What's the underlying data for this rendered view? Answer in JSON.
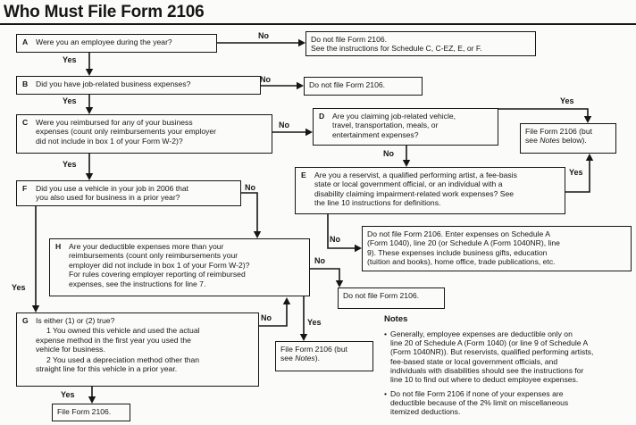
{
  "title": "Who Must File Form 2106",
  "labels": {
    "yes": "Yes",
    "no": "No"
  },
  "boxes": {
    "a": {
      "letter": "A",
      "text": "Were you an employee during the year?"
    },
    "b": {
      "letter": "B",
      "text": "Did you have job-related business expenses?"
    },
    "c": {
      "letter": "C",
      "text": "Were you reimbursed for any of your business\nexpenses (count only reimbursements your employer\ndid not include in box 1 of your Form W-2)?"
    },
    "d": {
      "letter": "D",
      "text": "Are you claiming job-related vehicle,\ntravel, transportation, meals, or\nentertainment expenses?"
    },
    "e": {
      "letter": "E",
      "text": "Are you a reservist, a qualified performing artist, a fee-basis\nstate or local government official, or an individual with a\ndisability claiming impairment-related work expenses? See\nthe line 10 instructions for definitions."
    },
    "f": {
      "letter": "F",
      "text": "Did you use a vehicle in your job in 2006 that\nyou also used for business in a prior year?"
    },
    "g": {
      "letter": "G",
      "intro": "Is either (1) or (2) true?",
      "item1": "1 You owned this vehicle and used the actual\nexpense method in the first year you used the\nvehicle for business.",
      "item2": "2 You used a depreciation method other than\nstraight line for this vehicle in a prior year."
    },
    "h": {
      "letter": "H",
      "text": "Are your deductible expenses more than your\nreimbursements (count only reimbursements your\nemployer did not include in box 1 of your Form W-2)?\nFor rules covering employer reporting of reimbursed\nexpenses, see the instructions for line 7."
    }
  },
  "outcomes": {
    "a_no": "Do not file Form 2106.\nSee the instructions for Schedule C, C-EZ, E, or F.",
    "b_no": "Do not file Form 2106.",
    "d_yes": {
      "pre": "File Form 2106 (but\nsee ",
      "italic": "Notes",
      "post": " below)."
    },
    "e_no": "Do not file Form 2106. Enter expenses on Schedule A\n(Form 1040), line 20 (or Schedule A (Form 1040NR), line\n9). These expenses include business gifts, education\n(tuition and books), home office, trade publications, etc.",
    "h_no": "Do not file Form 2106.",
    "h_yes": {
      "pre": "File Form 2106 (but\nsee ",
      "italic": "Notes",
      "post": ")."
    },
    "g_yes": "File Form 2106."
  },
  "notes": {
    "title": "Notes",
    "bullet_marker": "•",
    "bullet1": "Generally, employee expenses are deductible only on\nline 20 of Schedule A (Form 1040) (or line 9 of Schedule A\n(Form 1040NR)). But reservists, qualified performing artists,\nfee-based state or local government officials, and\nindividuals with disabilities should see the instructions for\nline 10 to find out where to deduct employee expenses.",
    "bullet2": "Do not file Form 2106 if none of your expenses are\ndeductible because of the 2% limit on miscellaneous\nitemized deductions."
  }
}
